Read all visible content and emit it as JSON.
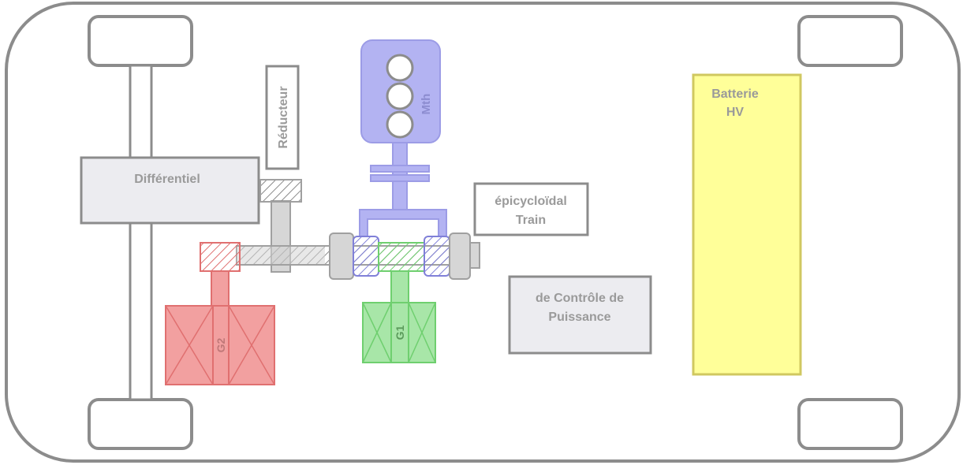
{
  "labels": {
    "differentiel": "Différentiel",
    "reducteur": "Réducteur",
    "engine": "Mth",
    "train_line1": "épicycloïdal",
    "train_line2": "Train",
    "control_line1": "de Contrôle de",
    "control_line2": "Puissance",
    "battery_line1": "Batterie",
    "battery_line2": "HV",
    "generator1": "G1",
    "generator2": "G2"
  },
  "colors": {
    "outline": "#8c8c8c",
    "box_fill": "#ececf0",
    "engine": "#b3b3f2",
    "engine_dark": "#9c9ce6",
    "generator1": "#a8e6a8",
    "generator2": "#f2a0a0",
    "battery": "#ffff99",
    "battery_border": "#d0c860",
    "shaft": "#c8c8c8"
  }
}
